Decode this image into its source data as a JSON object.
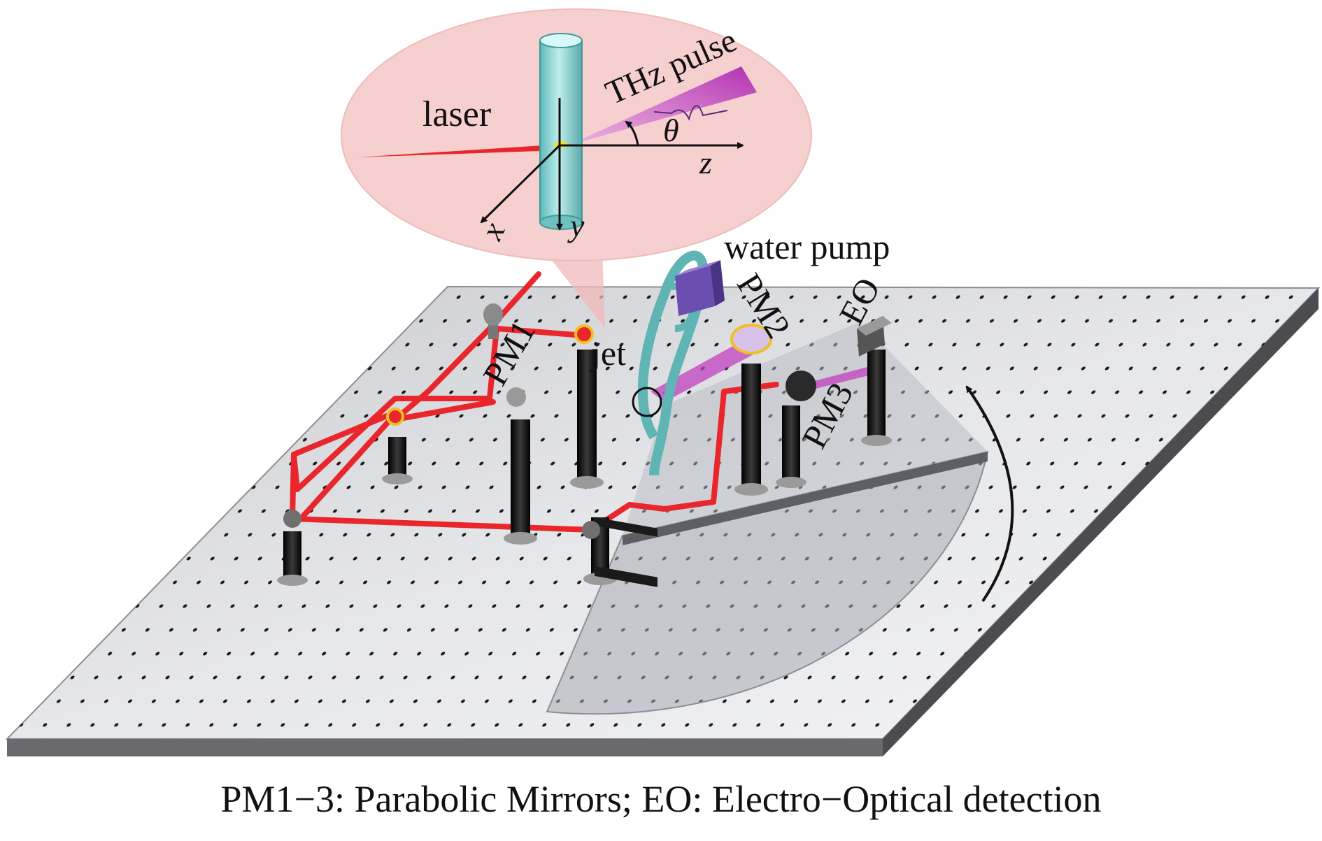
{
  "labels": {
    "laser": "laser",
    "thz_pulse": "THz pulse",
    "theta": "θ",
    "z": "z",
    "x": "x",
    "y": "y",
    "water_pump": "water pump",
    "jet": "jet",
    "pm1": "PM1",
    "pm2": "PM2",
    "pm3": "PM3",
    "eo": "EO"
  },
  "caption": "PM1−3: Parabolic Mirrors; EO: Electro−Optical detection",
  "colors": {
    "laser_beam": "#e8262b",
    "thz_beam": "#c040c0",
    "inset_bubble": "#f6cfcf",
    "water_jet": "#7fd3d3",
    "water_pump_box": "#6a4fb0",
    "table_top": "#d9dade",
    "table_edge": "#6a6a6e",
    "rotation_stage": "#a9acb4",
    "post": "#1a1a1a"
  }
}
